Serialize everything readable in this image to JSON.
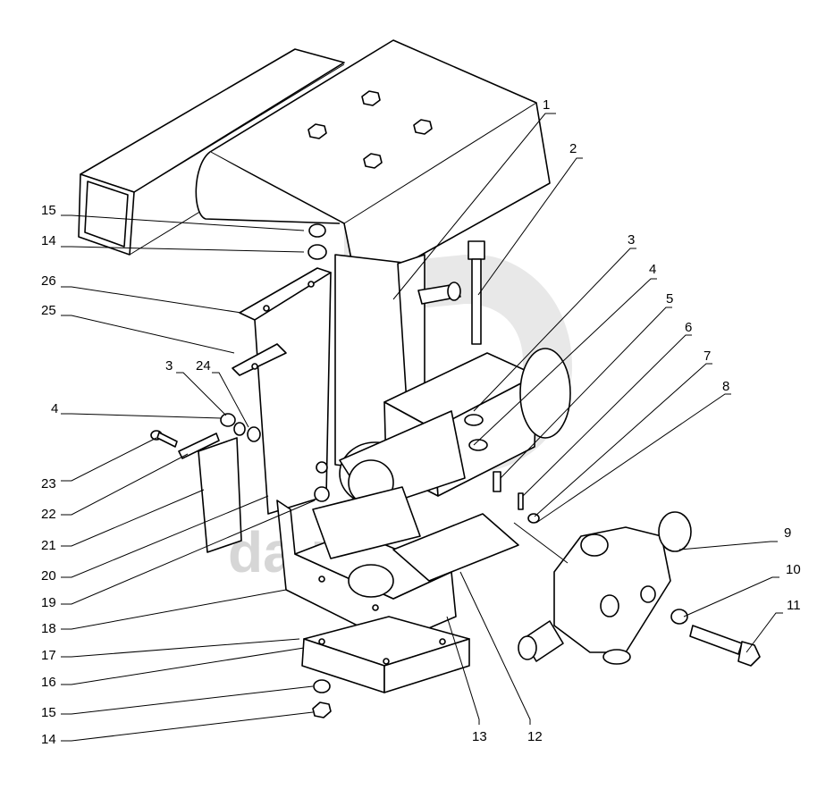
{
  "watermark": {
    "text": "da      rts"
  },
  "callouts": [
    {
      "id": "c1",
      "label": "1"
    },
    {
      "id": "c2",
      "label": "2"
    },
    {
      "id": "c3a",
      "label": "3"
    },
    {
      "id": "c4a",
      "label": "4"
    },
    {
      "id": "c5",
      "label": "5"
    },
    {
      "id": "c6",
      "label": "6"
    },
    {
      "id": "c7",
      "label": "7"
    },
    {
      "id": "c8",
      "label": "8"
    },
    {
      "id": "c9",
      "label": "9"
    },
    {
      "id": "c10",
      "label": "10"
    },
    {
      "id": "c11",
      "label": "11"
    },
    {
      "id": "c12",
      "label": "12"
    },
    {
      "id": "c13",
      "label": "13"
    },
    {
      "id": "c14a",
      "label": "14"
    },
    {
      "id": "c15a",
      "label": "15"
    },
    {
      "id": "c14b",
      "label": "14"
    },
    {
      "id": "c15b",
      "label": "15"
    },
    {
      "id": "c16",
      "label": "16"
    },
    {
      "id": "c17",
      "label": "17"
    },
    {
      "id": "c18",
      "label": "18"
    },
    {
      "id": "c19",
      "label": "19"
    },
    {
      "id": "c20",
      "label": "20"
    },
    {
      "id": "c21",
      "label": "21"
    },
    {
      "id": "c22",
      "label": "22"
    },
    {
      "id": "c23",
      "label": "23"
    },
    {
      "id": "c3b",
      "label": "3"
    },
    {
      "id": "c4b",
      "label": "4"
    },
    {
      "id": "c24",
      "label": "24"
    },
    {
      "id": "c25",
      "label": "25"
    },
    {
      "id": "c26",
      "label": "26"
    }
  ]
}
